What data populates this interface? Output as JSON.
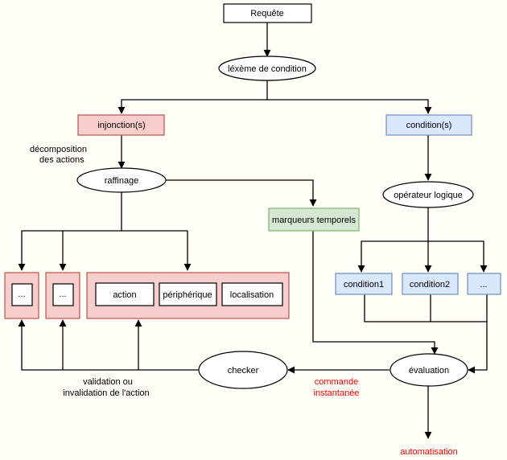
{
  "colors": {
    "red_fill": "#f8cecc",
    "red_stroke": "#b85450",
    "blue_fill": "#dae8fc",
    "blue_stroke": "#6c8ebf",
    "green_fill": "#d5e8d4",
    "green_stroke": "#82b366",
    "annotation_red": "#ff0000"
  },
  "nodes": {
    "requete": "Requête",
    "lexeme": "léxème de condition",
    "injonctions": "injonction(s)",
    "conditions": "condition(s)",
    "decomposition_1": "décomposition",
    "decomposition_2": "des actions",
    "raffinage": "raffinage",
    "operateur": "opérateur logique",
    "marqueurs": "marqueurs temporels",
    "ellipsis_1": "...",
    "ellipsis_2": "...",
    "action": "action",
    "peripherique": "périphérique",
    "localisation": "localisation",
    "condition1": "condition1",
    "condition2": "condition2",
    "condition_more": "...",
    "checker": "checker",
    "evaluation": "évaluation",
    "validation_1": "validation ou",
    "validation_2": "invalidation de l'action",
    "commande_1": "commande",
    "commande_2": "instantanée",
    "automatisation": "automatisation"
  }
}
